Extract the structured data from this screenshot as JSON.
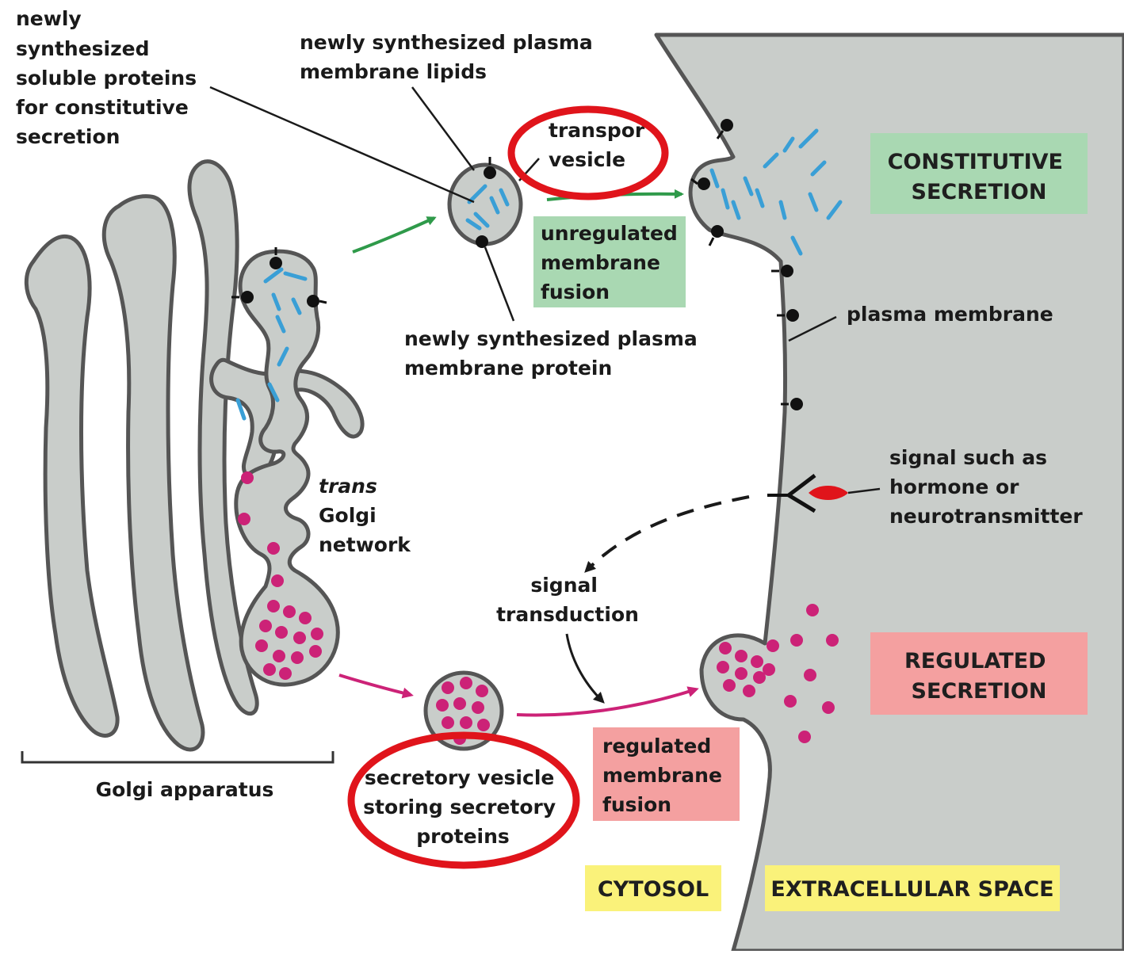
{
  "colors": {
    "extracellular": "#c9cdca",
    "membrane_stroke": "#555555",
    "golgi_fill": "#c9cdca",
    "lipid_blue": "#3a9fd6",
    "secretory_magenta": "#cc2277",
    "constitutive_arrow": "#2f9a4a",
    "regulated_arrow": "#cc2277",
    "green_box": "#a9d8b2",
    "pink_box": "#f4a0a0",
    "yellow_box": "#faf27a",
    "highlight_circle": "#e0141b",
    "signal_red": "#e0141b"
  },
  "labels": {
    "soluble_proteins": [
      "newly",
      "synthesized",
      "soluble proteins",
      "for constitutive",
      "secretion"
    ],
    "membrane_lipids": [
      "newly synthesized plasma",
      "membrane lipids"
    ],
    "transport_vesicle": [
      "transpor",
      "vesicle"
    ],
    "unregulated_fusion": [
      "unregulated",
      "membrane",
      "fusion"
    ],
    "membrane_protein": [
      "newly synthesized plasma",
      "membrane protein"
    ],
    "constitutive_secretion": [
      "CONSTITUTIVE",
      "SECRETION"
    ],
    "plasma_membrane": "plasma membrane",
    "signal": [
      "signal such as",
      "hormone or",
      "neurotransmitter"
    ],
    "trans_golgi": [
      "trans",
      "Golgi",
      "network"
    ],
    "signal_transduction": [
      "signal",
      "transduction"
    ],
    "regulated_secretion": [
      "REGULATED",
      "SECRETION"
    ],
    "regulated_fusion": [
      "regulated",
      "membrane",
      "fusion"
    ],
    "secretory_vesicle": [
      "secretory vesicle",
      "storing secretory",
      "proteins"
    ],
    "golgi_apparatus": "Golgi apparatus",
    "cytosol": "CYTOSOL",
    "extracellular_space": "EXTRACELLULAR SPACE"
  }
}
